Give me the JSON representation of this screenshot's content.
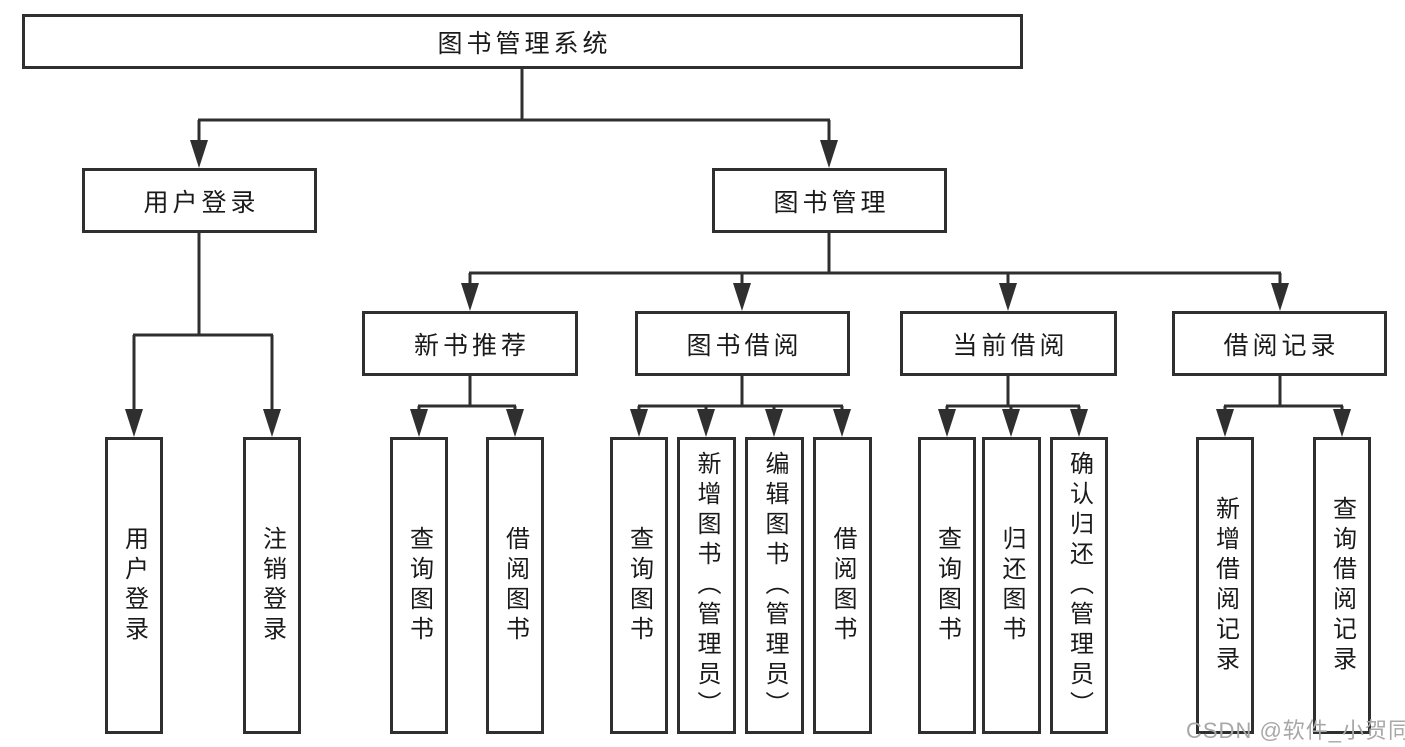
{
  "diagram": {
    "root": "图书管理系统",
    "branches": {
      "user_login": "用户登录",
      "book_mgmt": "图书管理"
    },
    "modules": {
      "recommend": "新书推荐",
      "borrow": "图书借阅",
      "current": "当前借阅",
      "records": "借阅记录"
    },
    "leaves": {
      "login": [
        "用户登录",
        "注销登录"
      ],
      "recommend": [
        "查询图书",
        "借阅图书"
      ],
      "borrow": [
        "查询图书",
        "新增图书（管理员）",
        "编辑图书（管理员）",
        "借阅图书"
      ],
      "current": [
        "查询图书",
        "归还图书",
        "确认归还（管理员）"
      ],
      "records": [
        "新增借阅记录",
        "查询借阅记录"
      ]
    }
  },
  "watermark": "CSDN @软件_小贺同学",
  "colors": {
    "line": "#2f2f2f",
    "text": "#1a1a1a",
    "watermark": "#a8a8a8",
    "background": "#ffffff"
  }
}
